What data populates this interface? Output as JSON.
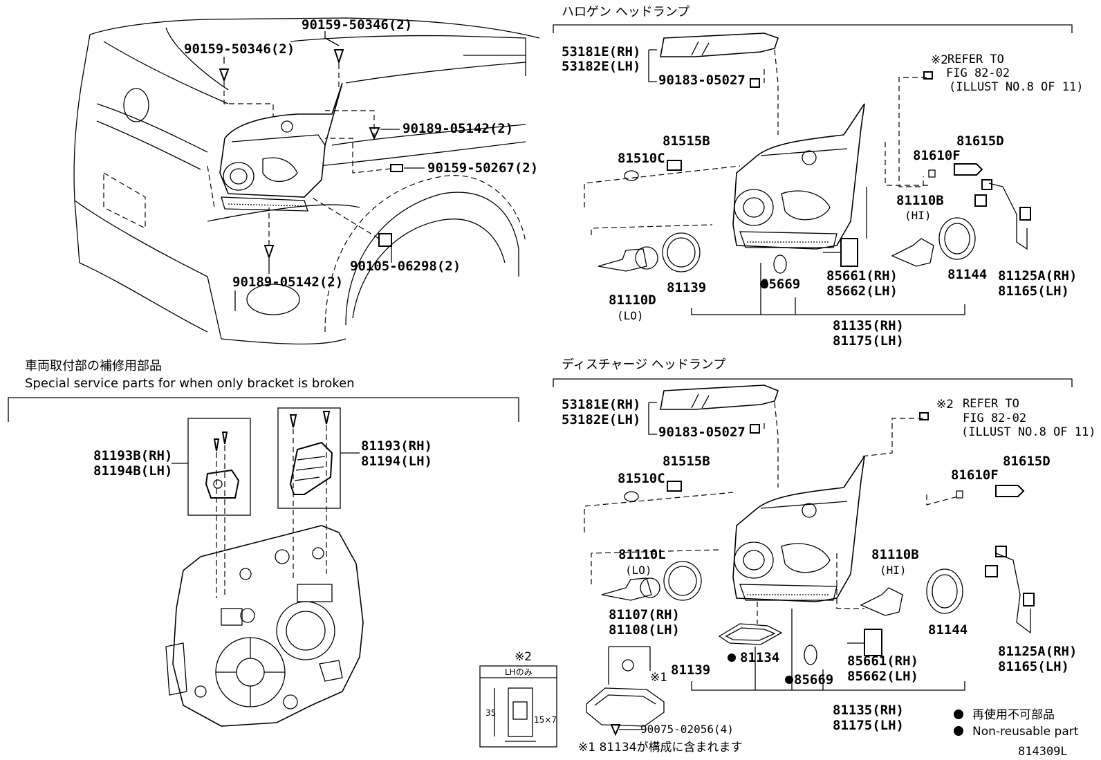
{
  "sections": {
    "halogen_title": "ハロゲン ヘッドランプ",
    "discharge_title": "ディスチャージ ヘッドランプ",
    "special_title_jp": "車両取付部の補修用部品",
    "special_title_en": "Special service parts for when only bracket is broken"
  },
  "vehicle_callouts": [
    {
      "id": "v1",
      "text": "90159-50346(2)"
    },
    {
      "id": "v2",
      "text": "90159-50346(2)"
    },
    {
      "id": "v3",
      "text": "90189-05142(2)"
    },
    {
      "id": "v4",
      "text": "90159-50267(2)"
    },
    {
      "id": "v5",
      "text": "90105-06298(2)"
    },
    {
      "id": "v6",
      "text": "90189-05142(2)"
    }
  ],
  "halogen": {
    "cover_rh": "53181E(RH)",
    "cover_lh": "53182E(LH)",
    "clip": "90183-05027",
    "refer_1": "REFER TO",
    "refer_2": "FIG 82-02",
    "refer_3": "(ILLUST NO.8 OF 11)",
    "p81515b": "81515B",
    "p81510c": "81510C",
    "p81615d": "81615D",
    "p81610f": "81610F",
    "p81110b": "81110B",
    "hi": "(HI)",
    "p81110d": "81110D",
    "lo": "(LO)",
    "p81139": "81139",
    "p85669": "85669",
    "p85661": "85661(RH)",
    "p85662": "85662(LH)",
    "p81144": "81144",
    "p81125a": "81125A(RH)",
    "p81165": "81165(LH)",
    "p81135": "81135(RH)",
    "p81175": "81175(LH)"
  },
  "discharge": {
    "cover_rh": "53181E(RH)",
    "cover_lh": "53182E(LH)",
    "clip": "90183-05027",
    "refer_1": "REFER TO",
    "refer_2": "FIG 82-02",
    "refer_3": "(ILLUST NO.8 OF 11)",
    "p81515b": "81515B",
    "p81510c": "81510C",
    "p81615d": "81615D",
    "p81610f": "81610F",
    "p81110l": "81110L",
    "lo": "(LO)",
    "p81110b": "81110B",
    "hi": "(HI)",
    "p81107": "81107(RH)",
    "p81108": "81108(LH)",
    "p81139": "81139",
    "p81134": "81134",
    "p85669": "85669",
    "p85661": "85661(RH)",
    "p85662": "85662(LH)",
    "p81144": "81144",
    "p81125a": "81125A(RH)",
    "p81165": "81165(LH)",
    "p81135": "81135(RH)",
    "p81175": "81175(LH)",
    "screw": "90075-02056(4)",
    "mark1": "※1"
  },
  "special": {
    "p81193b": "81193B(RH)",
    "p81194b": "81194B(LH)",
    "p81193": "81193(RH)",
    "p81194": "81194(LH)"
  },
  "inset": {
    "mark": "※2",
    "label": "LHのみ",
    "dim1": "35",
    "dim2": "15×7"
  },
  "legend": {
    "jp": "再使用不可部品",
    "en": "Non-reusable part"
  },
  "footnote": "※1  81134が構成に含まれます",
  "mark2": "※2",
  "fig_id": "814309L"
}
